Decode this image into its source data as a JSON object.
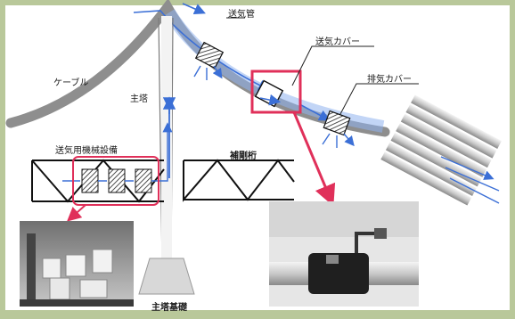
{
  "labels": {
    "air_pipe": "送気管",
    "air_cover": "送気カバー",
    "exhaust_cover": "排気カバー",
    "cable": "ケーブル",
    "main_tower": "主塔",
    "blower_equipment": "送気用機械設備",
    "stiffening_truss": "補剛桁",
    "tower_foundation": "主塔基礎"
  },
  "colors": {
    "border": "#b9c89a",
    "background": "#ffffff",
    "highlight": "#e0305a",
    "airflow": "#3b6fd6",
    "structure": "#1e1e1e",
    "cable": "#8e8e8e"
  }
}
